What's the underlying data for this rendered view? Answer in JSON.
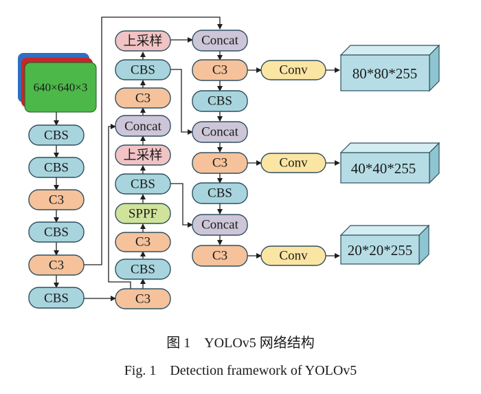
{
  "input": {
    "label": "640×640×3",
    "layer_colors": [
      "#2f6fc1",
      "#c8262b",
      "#4db84a"
    ]
  },
  "backbone": [
    "CBS",
    "CBS",
    "C3",
    "CBS",
    "C3",
    "CBS"
  ],
  "middle": [
    "上采样",
    "CBS",
    "C3",
    "Concat",
    "上采样",
    "CBS",
    "SPPF",
    "C3",
    "CBS",
    "C3"
  ],
  "right": [
    "Concat",
    "C3",
    "CBS",
    "Concat",
    "C3",
    "CBS",
    "Concat",
    "C3"
  ],
  "heads": [
    "Conv",
    "Conv",
    "Conv"
  ],
  "outputs": [
    "80*80*255",
    "40*40*255",
    "20*20*255"
  ],
  "colors": {
    "cbs": "#a8d4dd",
    "c3": "#f5c29b",
    "concat": "#cdc6d8",
    "upsample": "#f1c3c4",
    "sppf": "#cfe39b",
    "conv": "#fbe5a3",
    "output": "#b6dde6"
  },
  "caption": {
    "zh": "图 1　YOLOv5 网络结构",
    "en": "Fig. 1　Detection framework of YOLOv5"
  }
}
